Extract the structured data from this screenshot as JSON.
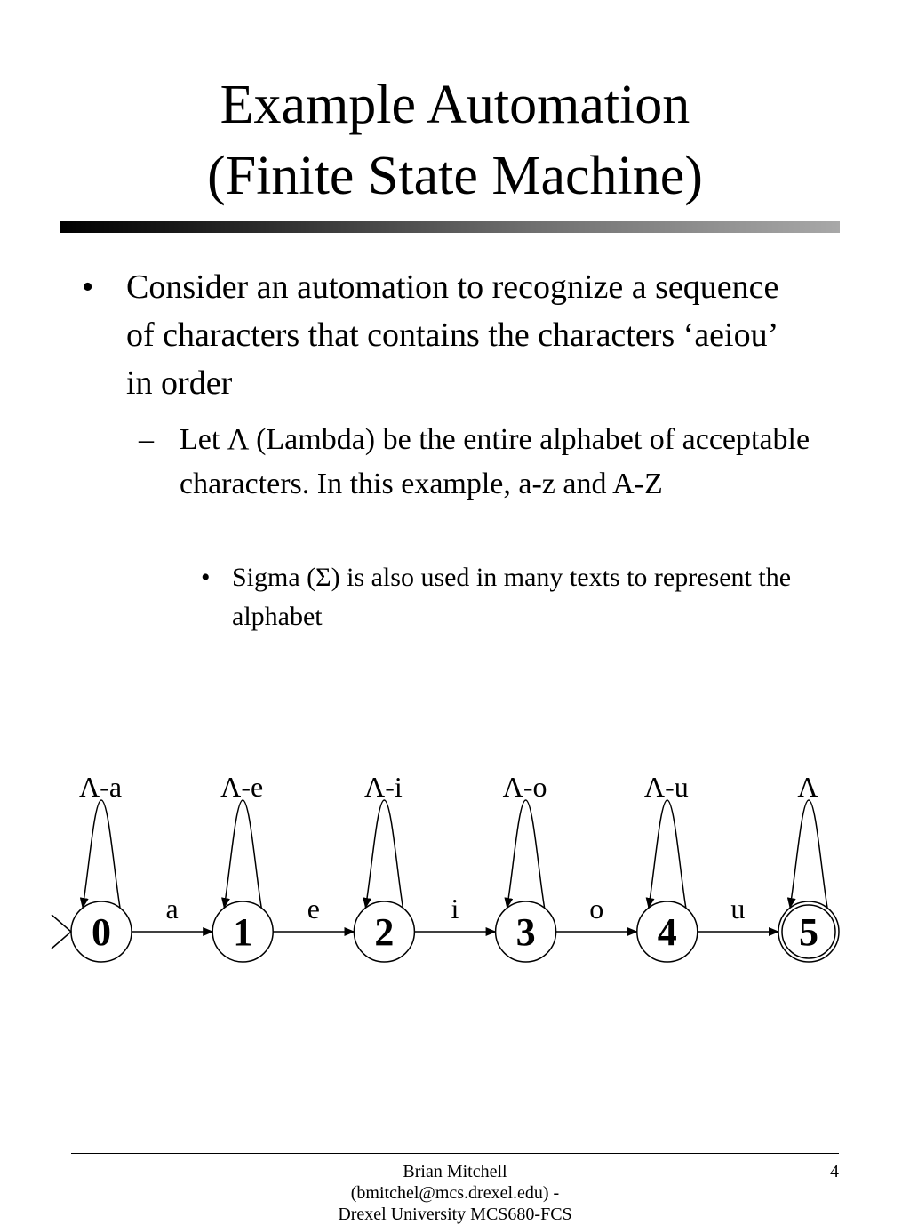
{
  "title": {
    "line1": "Example Automation",
    "line2": "(Finite State Machine)"
  },
  "bullets": [
    {
      "marker": "•",
      "text": "Consider an automation to recognize a sequence of characters that contains the characters ‘aeiou’ in order"
    },
    {
      "marker": "–",
      "text": "Let Λ (Lambda) be the entire alphabet of acceptable characters.  In this example, a-z and A-Z"
    },
    {
      "marker": "•",
      "text": "Sigma (Σ) is also used in many texts to represent the alphabet"
    }
  ],
  "diagram": {
    "states": [
      {
        "label": "0",
        "loop_label": "Λ-a",
        "accepting": false,
        "start": true
      },
      {
        "label": "1",
        "loop_label": "Λ-e",
        "accepting": false,
        "start": false
      },
      {
        "label": "2",
        "loop_label": "Λ-i",
        "accepting": false,
        "start": false
      },
      {
        "label": "3",
        "loop_label": "Λ-o",
        "accepting": false,
        "start": false
      },
      {
        "label": "4",
        "loop_label": "Λ-u",
        "accepting": false,
        "start": false
      },
      {
        "label": "5",
        "loop_label": "Λ",
        "accepting": true,
        "start": false
      }
    ],
    "transitions": [
      {
        "from": "0",
        "to": "1",
        "label": "a"
      },
      {
        "from": "1",
        "to": "2",
        "label": "e"
      },
      {
        "from": "2",
        "to": "3",
        "label": "i"
      },
      {
        "from": "3",
        "to": "4",
        "label": "o"
      },
      {
        "from": "4",
        "to": "5",
        "label": "u"
      }
    ]
  },
  "footer": {
    "line1": "Brian Mitchell",
    "line2": "(bmitchel@mcs.drexel.edu) -",
    "line3": "Drexel University MCS680-FCS",
    "page_number": "4"
  }
}
